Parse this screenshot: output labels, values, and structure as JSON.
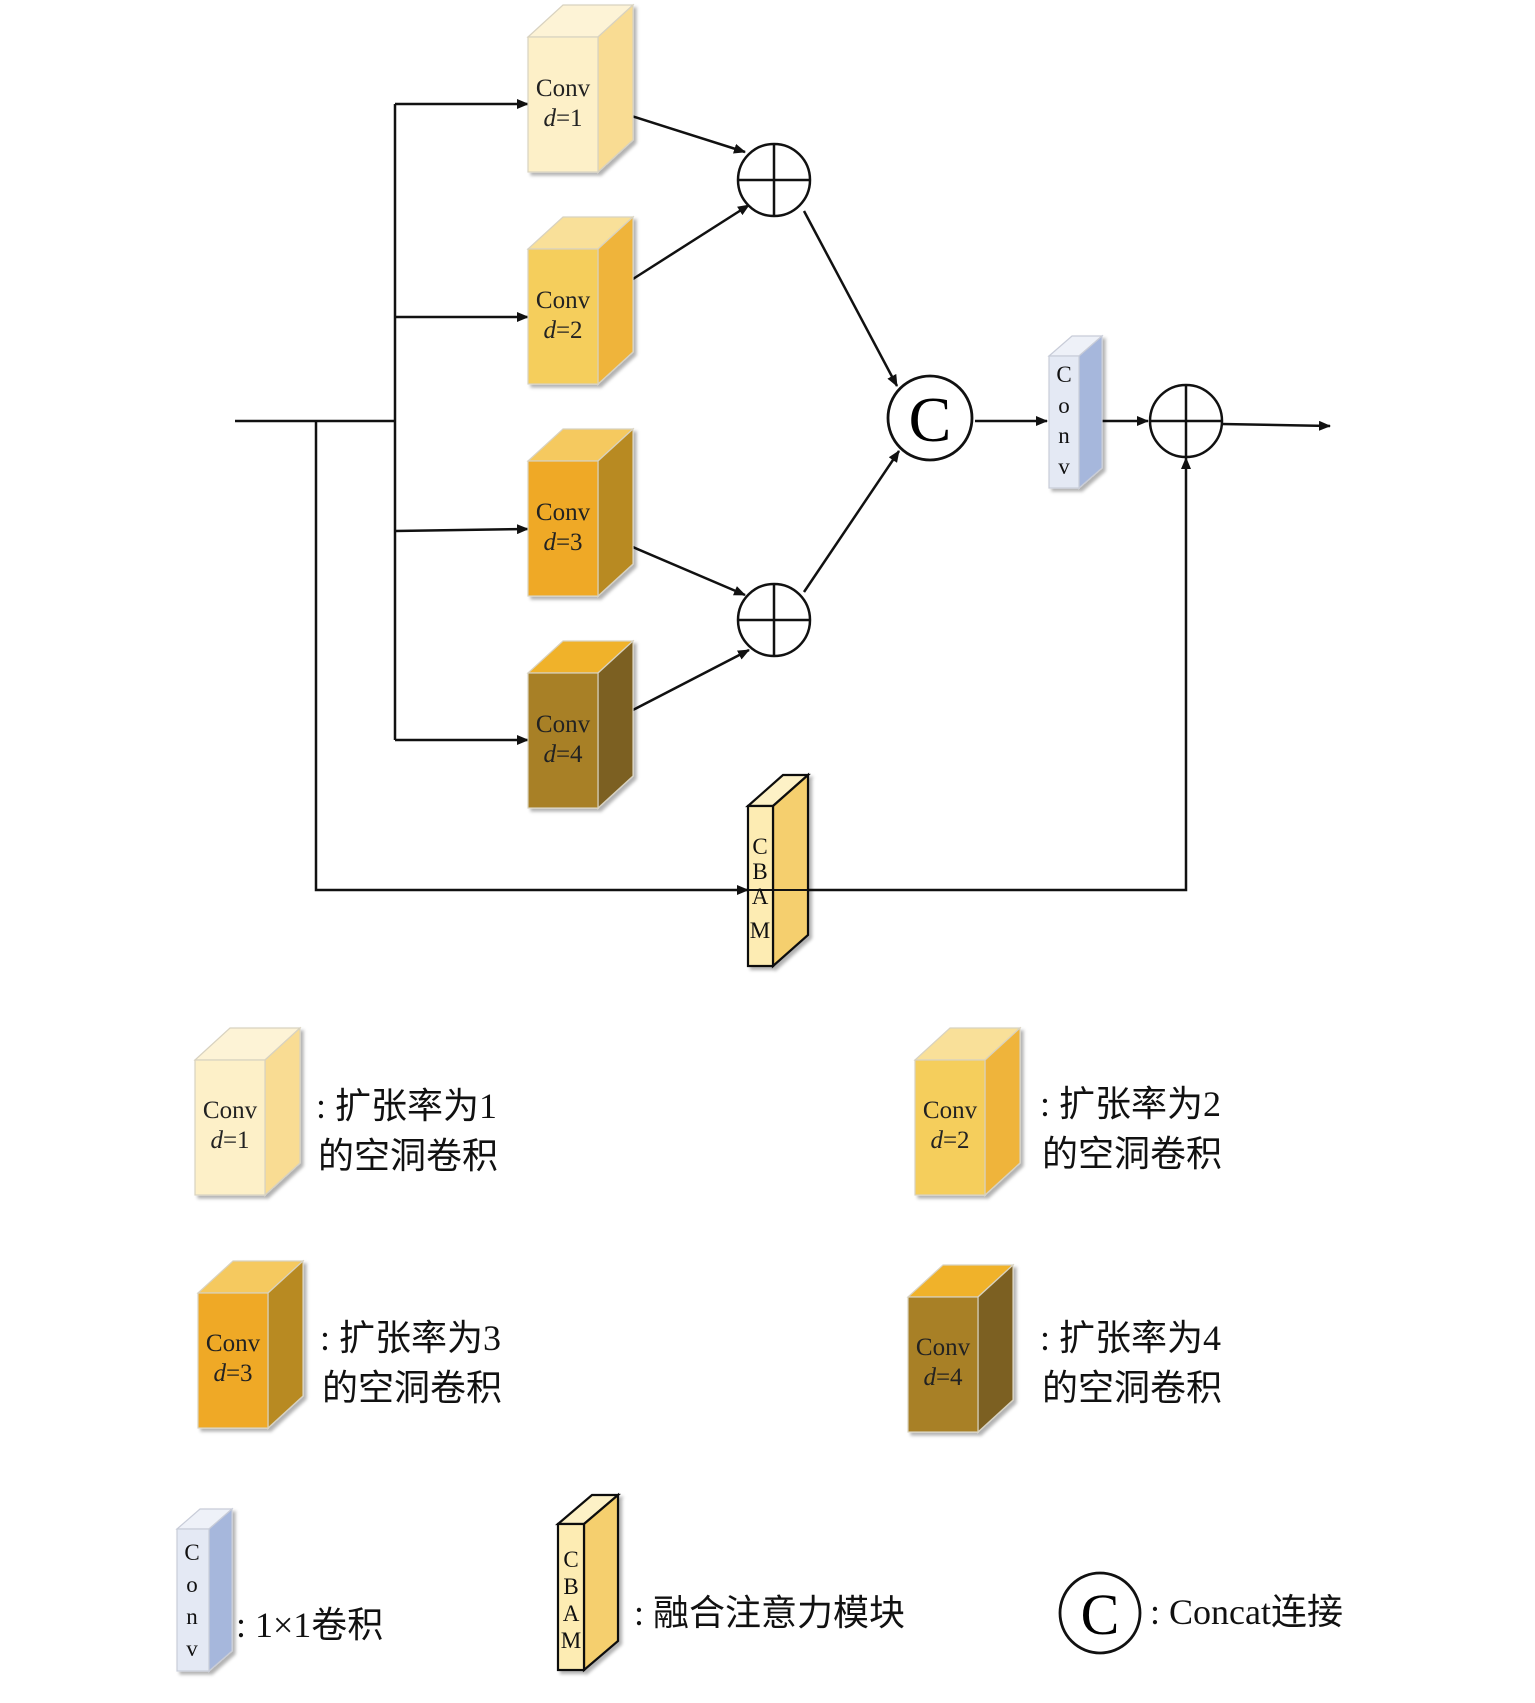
{
  "blocks": {
    "conv_d1": {
      "name": "Conv",
      "param": "d",
      "eq": "=1"
    },
    "conv_d2": {
      "name": "Conv",
      "param": "d",
      "eq": "=2"
    },
    "conv_d3": {
      "name": "Conv",
      "param": "d",
      "eq": "=3"
    },
    "conv_d4": {
      "name": "Conv",
      "param": "d",
      "eq": "=4"
    },
    "conv_1x1": {
      "letters": [
        "C",
        "o",
        "n",
        "v"
      ]
    },
    "cbam": {
      "letters": [
        "C",
        "B",
        "A",
        "M"
      ]
    },
    "concat_symbol": "C"
  },
  "legend": {
    "d1": {
      "line1": ": 扩张率为1",
      "line2": "的空洞卷积"
    },
    "d2": {
      "line1": ": 扩张率为2",
      "line2": "的空洞卷积"
    },
    "d3": {
      "line1": ": 扩张率为3",
      "line2": "的空洞卷积"
    },
    "d4": {
      "line1": ": 扩张率为4",
      "line2": "的空洞卷积"
    },
    "conv1x1": ": 1×1卷积",
    "cbam": ": 融合注意力模块",
    "concat": ": Concat连接"
  },
  "colors": {
    "d1_front": "#fdf0c8",
    "d1_top": "#fdf3d6",
    "d1_side": "#f9dc93",
    "d2_front": "#f5ce5b",
    "d2_top": "#f9e099",
    "d2_side": "#efb43a",
    "d3_front": "#efa925",
    "d3_top": "#f5c95e",
    "d3_side": "#b88a22",
    "d4_front": "#a88025",
    "d4_top": "#f0b22c",
    "d4_side": "#7b6021",
    "conv1x1_front": "#e4e9f4",
    "conv1x1_top": "#eef1f8",
    "conv1x1_side": "#a6b7dc",
    "cbam_front": "#fdecb3",
    "cbam_top": "#fdf1c6",
    "cbam_side": "#f5cf6e",
    "line": "#111111"
  }
}
